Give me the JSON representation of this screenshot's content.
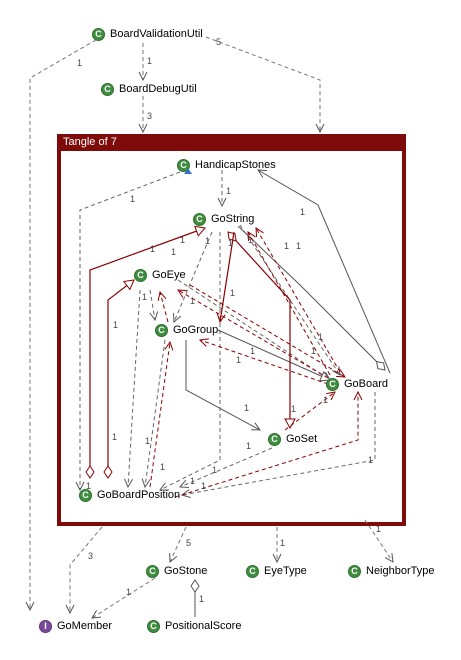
{
  "tangle": {
    "title": "Tangle of 7"
  },
  "nodes": [
    {
      "id": "BoardValidationUtil",
      "kind": "class",
      "badge": "C",
      "label": "BoardValidationUtil"
    },
    {
      "id": "BoardDebugUtil",
      "kind": "class",
      "badge": "C",
      "label": "BoardDebugUtil"
    },
    {
      "id": "HandicapStones",
      "kind": "abstract-class",
      "badge": "C",
      "label": "HandicapStones"
    },
    {
      "id": "GoString",
      "kind": "class",
      "badge": "C",
      "label": "GoString"
    },
    {
      "id": "GoEye",
      "kind": "class",
      "badge": "C",
      "label": "GoEye"
    },
    {
      "id": "GoGroup",
      "kind": "class",
      "badge": "C",
      "label": "GoGroup"
    },
    {
      "id": "GoBoard",
      "kind": "class",
      "badge": "C",
      "label": "GoBoard"
    },
    {
      "id": "GoSet",
      "kind": "class",
      "badge": "C",
      "label": "GoSet"
    },
    {
      "id": "GoBoardPosition",
      "kind": "class",
      "badge": "C",
      "label": "GoBoardPosition"
    },
    {
      "id": "GoStone",
      "kind": "class",
      "badge": "C",
      "label": "GoStone"
    },
    {
      "id": "EyeType",
      "kind": "class",
      "badge": "C",
      "label": "EyeType"
    },
    {
      "id": "NeighborType",
      "kind": "class",
      "badge": "C",
      "label": "NeighborType"
    },
    {
      "id": "GoMember",
      "kind": "interface",
      "badge": "I",
      "label": "GoMember"
    },
    {
      "id": "PositionalScore",
      "kind": "class",
      "badge": "C",
      "label": "PositionalScore"
    }
  ],
  "edge_labels": {
    "bvu_to_debug": "1",
    "bvu_to_tangle": "5",
    "bvu_to_gomember": "1",
    "debug_to_tangle": "3",
    "handicap_to_gostring": "1",
    "handicap_to_gbp": "1",
    "goboard_to_handicap": "1",
    "gostring_labels": [
      "1",
      "1",
      "1",
      "1",
      "1",
      "1",
      "1",
      "1"
    ],
    "gogroup_labels": [
      "1",
      "1",
      "1",
      "1",
      "1",
      "1"
    ],
    "goboard_labels": [
      "1",
      "1",
      "1",
      "1",
      "1"
    ],
    "goset_labels": [
      "1",
      "1",
      "1"
    ],
    "gbp_labels": [
      "1",
      "1",
      "1",
      "1",
      "1",
      "1"
    ],
    "tangle_to_gomember": "3",
    "tangle_to_gostone": "5",
    "tangle_to_eyetype": "1",
    "tangle_to_neighbortype": "1",
    "gostone_to_gomember": "1",
    "gostone_to_positional": "1"
  },
  "colors": {
    "tangle": "#7f0a0a",
    "dependency_gray": "#555555",
    "dependency_red": "#8b0000",
    "class_badge": "#3f8e3f",
    "interface_badge": "#7b4a9c"
  }
}
